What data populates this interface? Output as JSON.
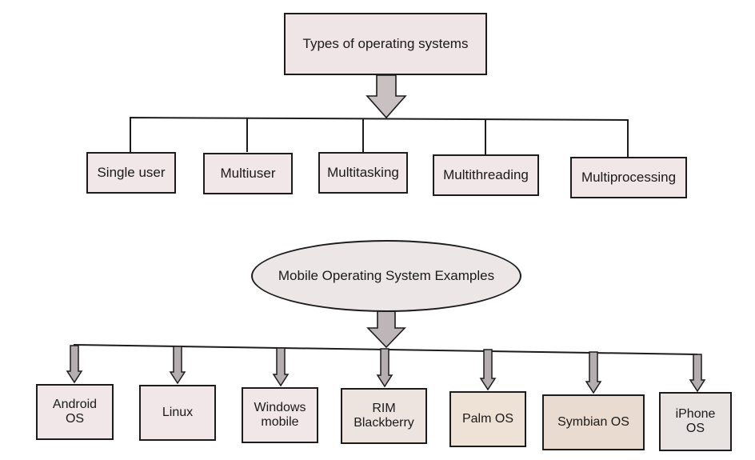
{
  "top_section": {
    "root": "Types of operating systems",
    "children": [
      "Single user",
      "Multiuser",
      "Multitasking",
      "Multithreading",
      "Multiprocessing"
    ]
  },
  "bottom_section": {
    "root": "Mobile Operating System Examples",
    "children": [
      [
        "Android",
        "OS"
      ],
      [
        "Linux"
      ],
      [
        "Windows",
        "mobile"
      ],
      [
        "RIM",
        "Blackberry"
      ],
      [
        "Palm OS"
      ],
      [
        "Symbian OS"
      ],
      [
        "iPhone",
        "OS"
      ]
    ]
  },
  "colors": {
    "box_fill": "#f1e6e8",
    "arrow_fill": "#b5aeb0",
    "stroke": "#1c1c1c"
  }
}
